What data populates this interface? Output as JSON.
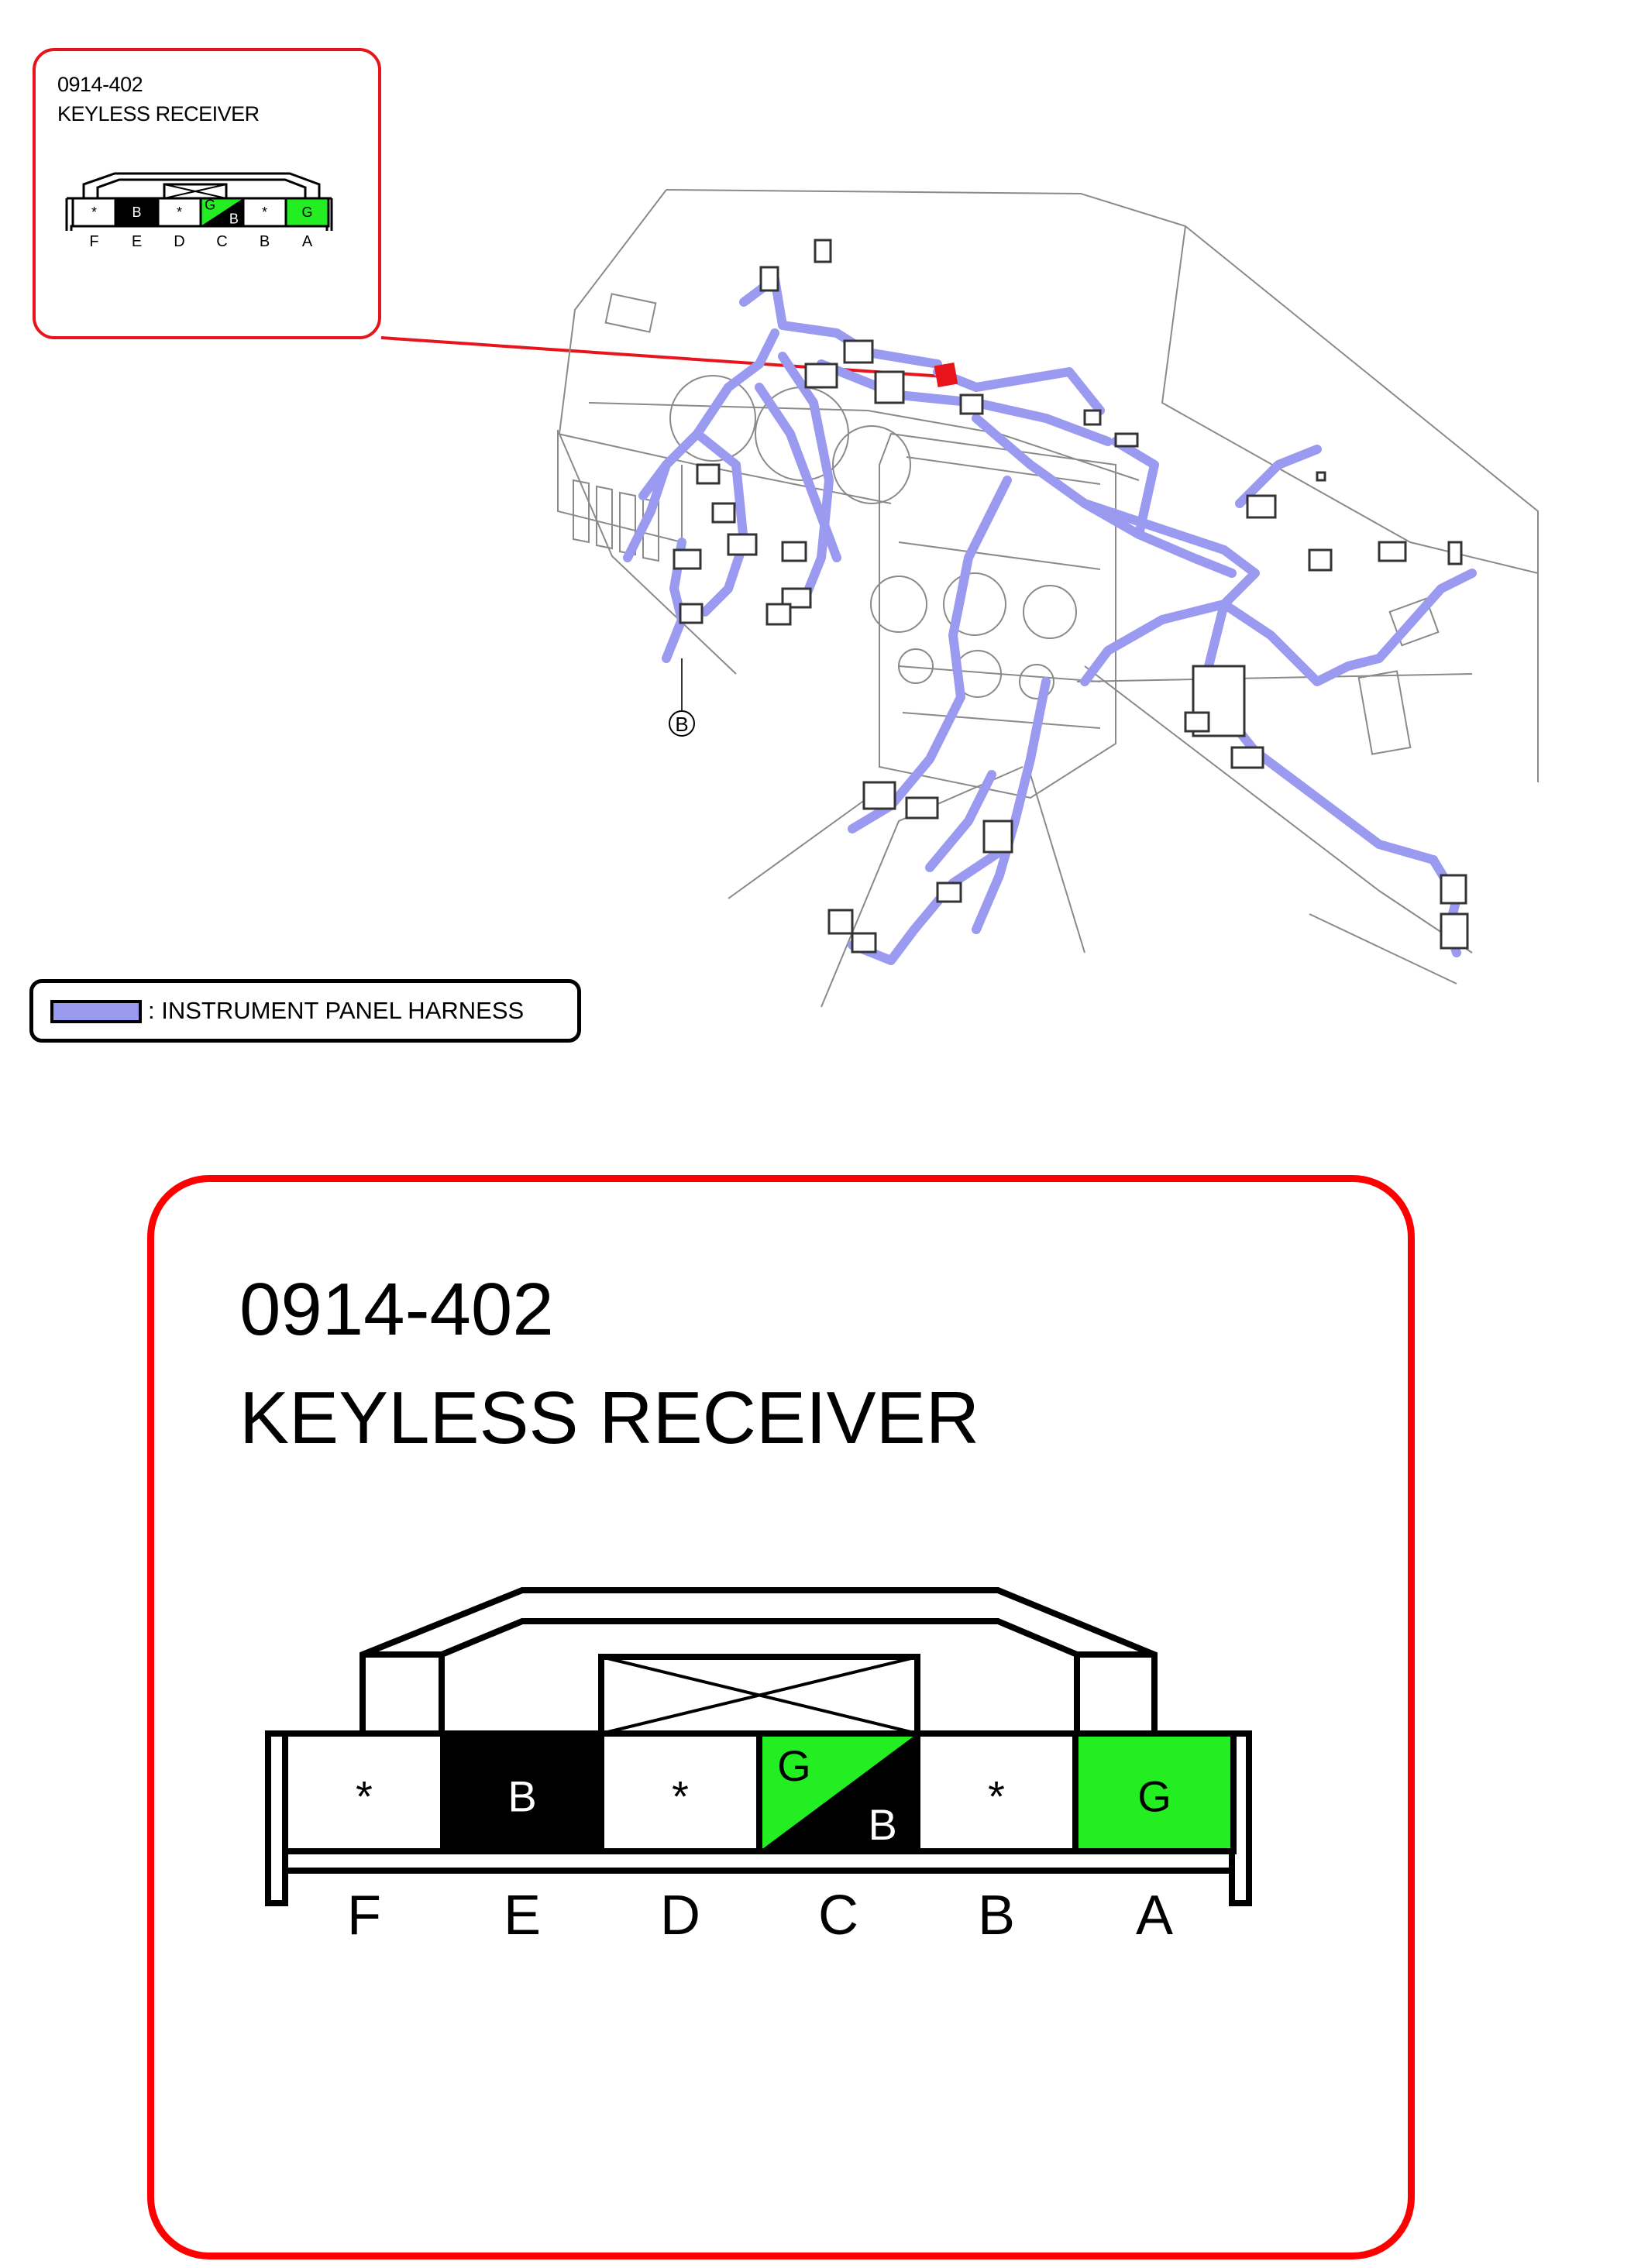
{
  "small_callout": {
    "part_number": "0914-402",
    "component_name": "KEYLESS RECEIVER"
  },
  "legend": {
    "label": ": INSTRUMENT PANEL HARNESS",
    "swatch_color": "#9a9af0"
  },
  "big_callout": {
    "part_number": "0914-402",
    "component_name": "KEYLESS RECEIVER"
  },
  "ground_marker": "B",
  "connector": {
    "pins": [
      {
        "letter": "F",
        "fill": "empty",
        "mark": "*"
      },
      {
        "letter": "E",
        "fill": "black",
        "mark": "B"
      },
      {
        "letter": "D",
        "fill": "empty",
        "mark": "*"
      },
      {
        "letter": "C",
        "fill": "split",
        "mark_top": "G",
        "mark_bottom": "B"
      },
      {
        "letter": "B",
        "fill": "empty",
        "mark": "*"
      },
      {
        "letter": "A",
        "fill": "green",
        "mark": "G"
      }
    ]
  },
  "colors": {
    "callout_border": "#ff0000",
    "harness": "#9a9af0",
    "wire_green": "#22ee22",
    "wire_black": "#000000",
    "locator_marker": "#e8141b"
  }
}
